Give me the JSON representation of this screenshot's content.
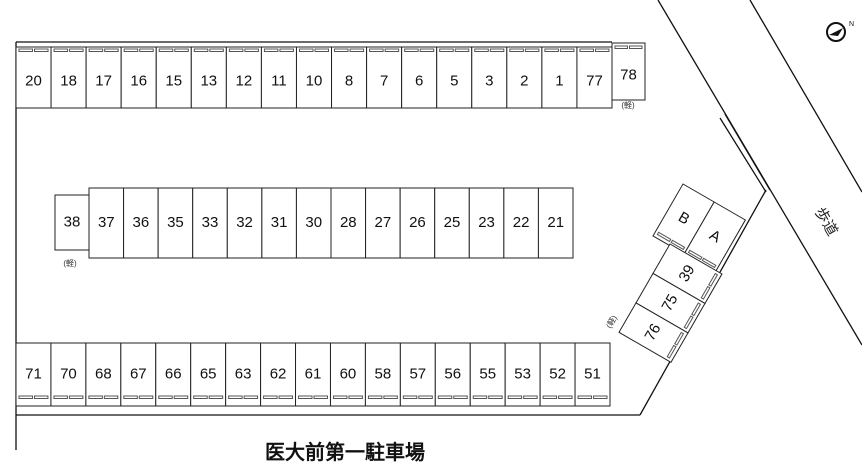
{
  "title": "医大前第一駐車場",
  "sidewalk_label": "歩道",
  "compass": {
    "icon": "compass-north-icon",
    "letter": "N"
  },
  "kei_label": "(軽)",
  "rows": {
    "top": [
      "20",
      "18",
      "17",
      "16",
      "15",
      "13",
      "12",
      "11",
      "10",
      "8",
      "7",
      "6",
      "5",
      "3",
      "2",
      "1",
      "77"
    ],
    "top_extra": "78",
    "middle_extra": "38",
    "middle": [
      "37",
      "36",
      "35",
      "33",
      "32",
      "31",
      "30",
      "28",
      "27",
      "26",
      "25",
      "23",
      "22",
      "21"
    ],
    "bottom": [
      "71",
      "70",
      "68",
      "67",
      "66",
      "65",
      "63",
      "62",
      "61",
      "60",
      "58",
      "57",
      "56",
      "55",
      "53",
      "52",
      "51"
    ],
    "angled_pair": [
      "B",
      "A"
    ],
    "angled_side": [
      "39",
      "75",
      "76"
    ]
  }
}
